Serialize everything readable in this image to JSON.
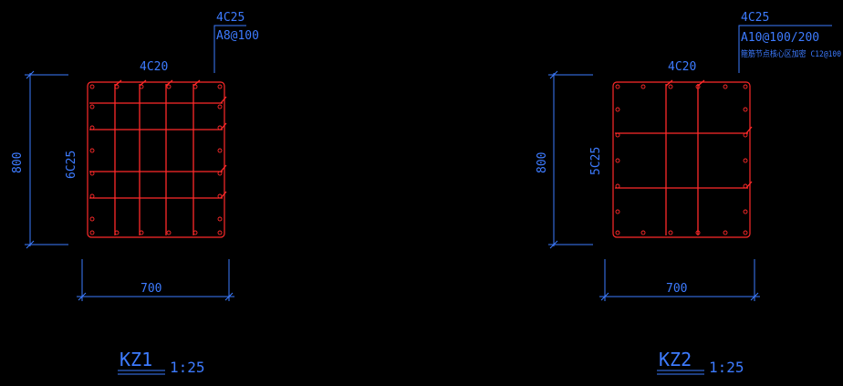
{
  "colors": {
    "background": "#000000",
    "dimension": "#3d7bff",
    "rebar": "#ff2a2a",
    "label": "#3d7bff"
  },
  "sections": [
    {
      "id": "kz1",
      "corner_bars": "4C25",
      "stirrup": "A8@100",
      "top_bars": "4C20",
      "side_bars": "6C25",
      "height_dim": "800",
      "width_dim": "700",
      "name": "KZ1",
      "scale": "1:25",
      "stirrup_note": ""
    },
    {
      "id": "kz2",
      "corner_bars": "4C25",
      "stirrup": "A10@100/200",
      "top_bars": "4C20",
      "side_bars": "5C25",
      "height_dim": "800",
      "width_dim": "700",
      "name": "KZ2",
      "scale": "1:25",
      "stirrup_note": "箍筋节点核心区加密 C12@100"
    }
  ]
}
